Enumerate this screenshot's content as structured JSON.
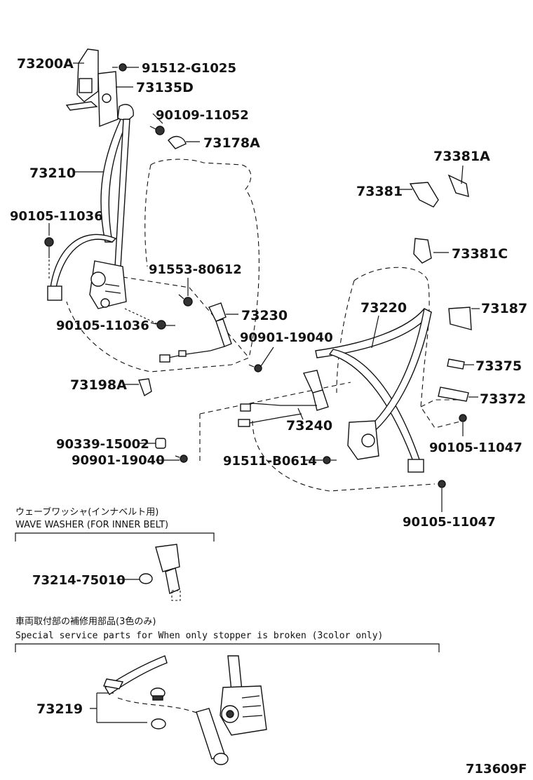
{
  "labels": {
    "p73200A": "73200A",
    "p91512_G1025": "91512-G1025",
    "p73135D": "73135D",
    "p90109_11052": "90109-11052",
    "p73178A": "73178A",
    "p73210": "73210",
    "p90105_11036a": "90105-11036",
    "p91553_80612": "91553-80612",
    "p90105_11036b": "90105-11036",
    "p73230": "73230",
    "p90901_19040a": "90901-19040",
    "p73198A": "73198A",
    "p90339_15002": "90339-15002",
    "p90901_19040b": "90901-19040",
    "p73381A": "73381A",
    "p73381": "73381",
    "p73381C": "73381C",
    "p73220": "73220",
    "p73187": "73187",
    "p73375": "73375",
    "p73372": "73372",
    "p73240": "73240",
    "p90105_11047a": "90105-11047",
    "p91511_B0614": "91511-B0614",
    "p90105_11047b": "90105-11047",
    "p73214_75010": "73214-75010",
    "p73219": "73219"
  },
  "notes": {
    "wave_washer_jp": "ウェーブワッシャ(インナベルト用)",
    "wave_washer_en": "WAVE WASHER (FOR INNER BELT)",
    "special_jp": "車両取付部の補修用部品(3色のみ)",
    "special_en": "Special   service  parts  for  When  only  stopper  is  broken  (3color  only)"
  },
  "figure_id": "713609F"
}
